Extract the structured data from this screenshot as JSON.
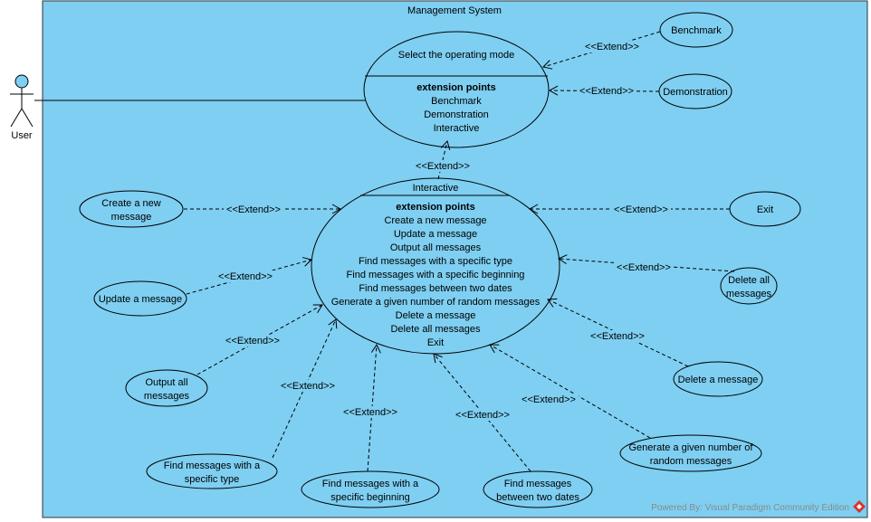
{
  "system": {
    "title": "Management System",
    "background_color": "#7ecff2"
  },
  "actor": {
    "label": "User"
  },
  "extend_label": "<<Extend>>",
  "use_cases": {
    "select_mode": {
      "name": "Select the operating mode",
      "extension_points_heading": "extension points",
      "extension_points": [
        "Benchmark",
        "Demonstration",
        "Interactive"
      ]
    },
    "interactive": {
      "name": "Interactive",
      "extension_points_heading": "extension points",
      "extension_points": [
        "Create a new message",
        "Update a message",
        "Output all messages",
        "Find messages with a specific type",
        "Find messages with a specific beginning",
        "Find messages between two dates",
        "Generate a given number of random messages",
        "Delete a message",
        "Delete all messages",
        "Exit"
      ]
    },
    "benchmark": {
      "lines": [
        "Benchmark"
      ]
    },
    "demonstration": {
      "lines": [
        "Demonstration"
      ]
    },
    "create": {
      "lines": [
        "Create a new",
        "message"
      ]
    },
    "update": {
      "lines": [
        "Update a message"
      ]
    },
    "output": {
      "lines": [
        "Output all",
        "messages"
      ]
    },
    "find_type": {
      "lines": [
        "Find messages with a",
        "specific type"
      ]
    },
    "find_beginning": {
      "lines": [
        "Find messages with a",
        "specific beginning"
      ]
    },
    "find_dates": {
      "lines": [
        "Find messages",
        "between two dates"
      ]
    },
    "generate": {
      "lines": [
        "Generate a given number of",
        "random messages"
      ]
    },
    "delete": {
      "lines": [
        "Delete a message"
      ]
    },
    "delete_all": {
      "lines": [
        "Delete all",
        "messages"
      ]
    },
    "exit": {
      "lines": [
        "Exit"
      ]
    }
  },
  "footer": {
    "text": "Powered By: Visual Paradigm Community Edition"
  }
}
